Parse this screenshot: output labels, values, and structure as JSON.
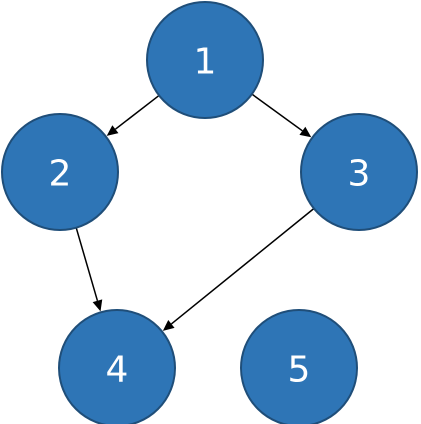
{
  "diagram": {
    "colors": {
      "node_fill": "#2E75B6",
      "node_stroke": "#1F4E79",
      "node_text": "#FFFFFF",
      "edge": "#000000",
      "background": "#FFFFFF"
    },
    "nodes": [
      {
        "id": "1",
        "label": "1"
      },
      {
        "id": "2",
        "label": "2"
      },
      {
        "id": "3",
        "label": "3"
      },
      {
        "id": "4",
        "label": "4"
      },
      {
        "id": "5",
        "label": "5"
      }
    ],
    "edges": [
      {
        "from": "1",
        "to": "2"
      },
      {
        "from": "1",
        "to": "3"
      },
      {
        "from": "2",
        "to": "4"
      },
      {
        "from": "3",
        "to": "4"
      }
    ]
  }
}
